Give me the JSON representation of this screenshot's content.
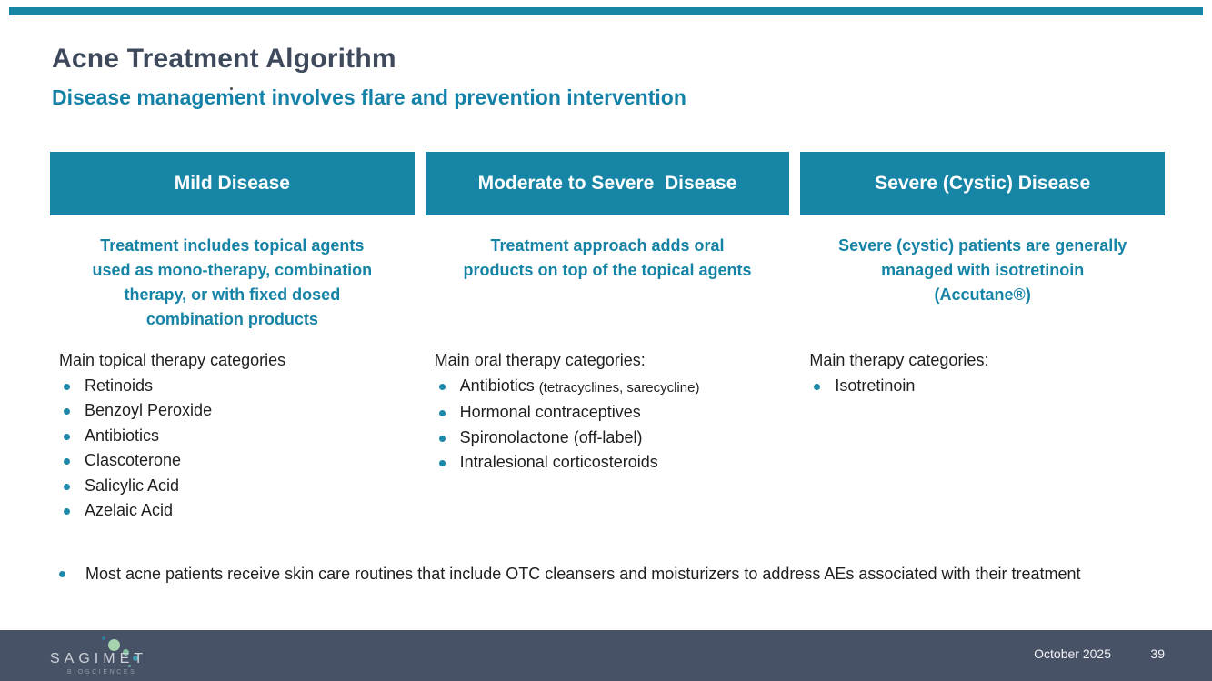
{
  "slide": {
    "title": "Acne Treatment Algorithm",
    "subtitle": "Disease management involves flare and prevention intervention",
    "columns": [
      {
        "header": "Mild Disease",
        "summary": "Treatment includes topical agents\nused as mono-therapy, combination\ntherapy, or with fixed dosed\ncombination products",
        "list_intro": "Main topical therapy categories",
        "items": [
          {
            "label": "Retinoids"
          },
          {
            "label": "Benzoyl Peroxide"
          },
          {
            "label": "Antibiotics"
          },
          {
            "label": "Clascoterone"
          },
          {
            "label": "Salicylic Acid"
          },
          {
            "label": "Azelaic Acid"
          }
        ]
      },
      {
        "header": "Moderate to Severe  Disease",
        "summary": "Treatment approach adds oral\nproducts on top of the topical agents",
        "list_intro": "Main oral therapy categories:",
        "items": [
          {
            "label": "Antibiotics",
            "note": "(tetracyclines, sarecycline)"
          },
          {
            "label": "Hormonal contraceptives"
          },
          {
            "label": "Spironolactone (off-label)"
          },
          {
            "label": "Intralesional corticosteroids"
          }
        ]
      },
      {
        "header": "Severe (Cystic) Disease",
        "summary": "Severe (cystic) patients are generally\nmanaged with isotretinoin\n(Accutane®)",
        "list_intro": "Main therapy categories:",
        "items": [
          {
            "label": "Isotretinoin"
          }
        ]
      }
    ],
    "footnote": "Most acne patients receive skin care routines that include OTC cleansers and moisturizers to address AEs associated with their treatment",
    "footer": {
      "logo_text": "SAGIMET",
      "logo_subtext": "BIOSCIENCES",
      "date": "October 2025",
      "page_number": "39"
    },
    "colors": {
      "accent_teal": "#1786A6",
      "teal_text": "#1583A6",
      "title_dark_slate": "#3E4A5B",
      "footer_background": "#475266",
      "logo_dot_green": "#A7D3AE"
    }
  }
}
